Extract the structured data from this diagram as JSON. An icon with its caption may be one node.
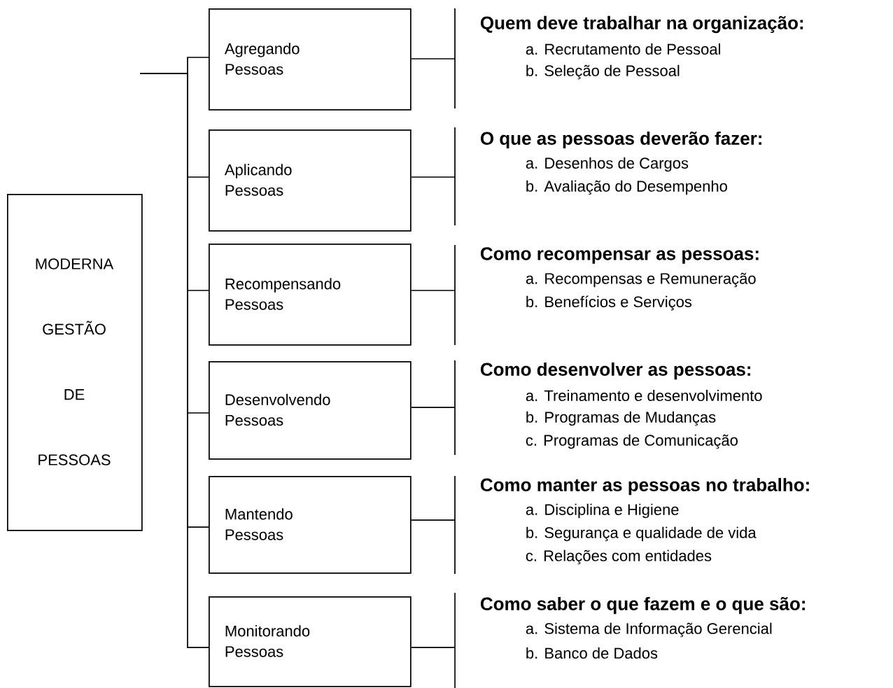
{
  "diagram": {
    "nodes": [
      {
        "text": [
          "MODERNA GESTÃO DE PESSOAS"
        ]
      },
      {
        "text": [
          "Agregando Pessoas"
        ]
      },
      {
        "text": [
          "Aplicando Pessoas"
        ]
      },
      {
        "text": [
          "Recompensando Pessoas"
        ]
      },
      {
        "text": [
          "Desenvolvendo Pessoas"
        ]
      },
      {
        "text": [
          "Mantendo Pessoas"
        ]
      },
      {
        "text": [
          "Monitorando Pessoas"
        ]
      },
      {
        "text": [
          "Quem deve trabalhar na organização:",
          "a. Recrutamento de Pessoal",
          "b. Seleção de Pessoal"
        ]
      },
      {
        "text": [
          "O que as pessoas deverão fazer:",
          "a. Desenhos de Cargos",
          "b. Avaliação do Desempenho"
        ]
      },
      {
        "text": [
          "Como recompensar as pessoas:",
          "a. Recompensas e Remuneração",
          "b. Benefícios e Serviços"
        ]
      },
      {
        "text": [
          "Como desenvolver as pessoas:",
          "a. Treinamento e desenvolvimento",
          "b. Programas de Mudanças",
          "c. Programas de Comunicação"
        ]
      },
      {
        "text": [
          "Como manter as pessoas no trabalho:",
          "a. Disciplina e Higiene",
          "b. Segurança e qualidade de vida",
          "c. Relações com entidades"
        ]
      },
      {
        "text": [
          "Como saber o que fazem e o que são:",
          "a. Sistema de Informação Gerencial",
          "b. Banco de Dados"
        ]
      }
    ],
    "edges": [
      {
        "from": null,
        "to": 1,
        "arrow": "none"
      },
      {
        "from": null,
        "to": 2,
        "arrow": "none"
      },
      {
        "from": null,
        "to": 3,
        "arrow": "none"
      },
      {
        "from": null,
        "to": 4,
        "arrow": "none"
      },
      {
        "from": null,
        "to": 5,
        "arrow": "none"
      },
      {
        "from": null,
        "to": 6,
        "arrow": "none"
      },
      {
        "from": 1,
        "to": 7,
        "arrow": "none"
      },
      {
        "from": 2,
        "to": 8,
        "arrow": "none"
      },
      {
        "from": 3,
        "to": 9,
        "arrow": "none"
      },
      {
        "from": 4,
        "to": 10,
        "arrow": "none"
      },
      {
        "from": 5,
        "to": 11,
        "arrow": "none"
      },
      {
        "from": 6,
        "to": 12,
        "arrow": "none"
      }
    ]
  }
}
